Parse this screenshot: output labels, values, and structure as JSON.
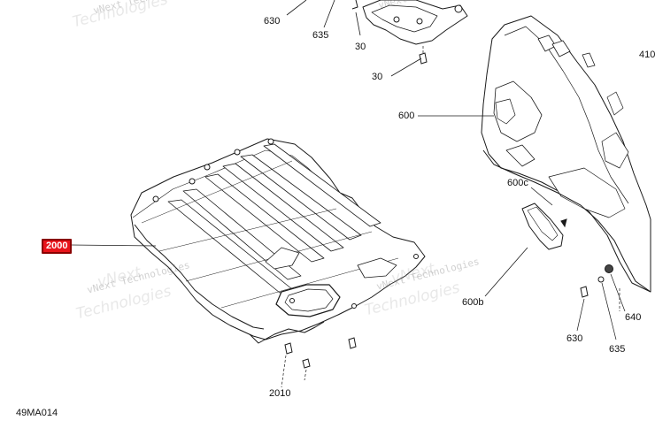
{
  "diagram": {
    "labels": {
      "l630_top": "630",
      "l635_top": "635",
      "l30_a": "30",
      "l30_b": "30",
      "l600": "600",
      "l410": "410",
      "l600c": "600c",
      "l600b": "600b",
      "l640": "640",
      "l630_bot": "630",
      "l635_bot": "635",
      "l2010": "2010",
      "l2000": "2000"
    },
    "watermarks": {
      "text": "vNext Technologies",
      "brand": "vNext",
      "brand2": "Technologies"
    },
    "drawing_code": "49MA014",
    "colors": {
      "line": "#1a1a1a",
      "highlight_fill": "#e8141b",
      "highlight_border": "#8a0000"
    }
  }
}
